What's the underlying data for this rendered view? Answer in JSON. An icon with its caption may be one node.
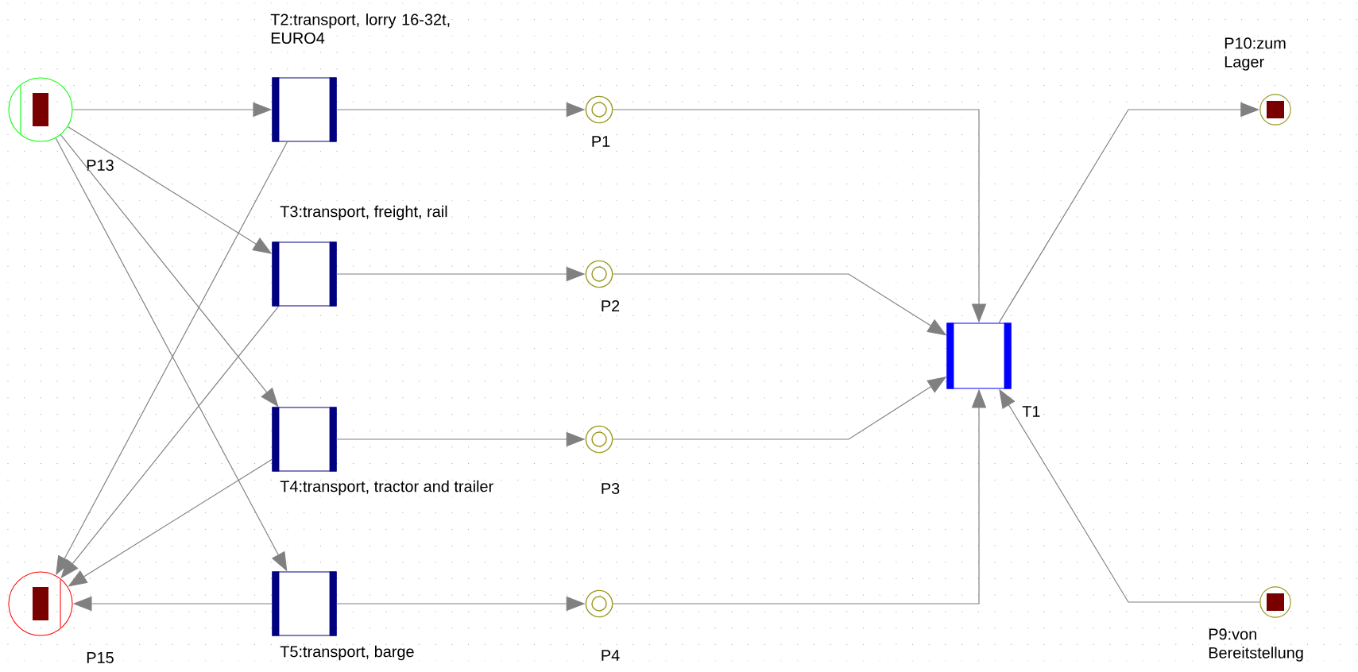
{
  "diagram": {
    "nodes": [
      {
        "text": [
          "P13"
        ]
      },
      {
        "text": [
          "T2:transport, lorry 16-32t, EURO4"
        ]
      },
      {
        "text": [
          "P1"
        ]
      },
      {
        "text": [
          "T3:transport, freight, rail"
        ]
      },
      {
        "text": [
          "P2"
        ]
      },
      {
        "text": [
          "T4:transport, tractor and trailer"
        ]
      },
      {
        "text": [
          "P3"
        ]
      },
      {
        "text": [
          "T5:transport, barge"
        ]
      },
      {
        "text": [
          "P4"
        ]
      },
      {
        "text": [
          "T1"
        ]
      },
      {
        "text": [
          "P10:zum Lager"
        ]
      },
      {
        "text": [
          "P9:von Bereitstellung"
        ]
      },
      {
        "text": [
          "P15"
        ]
      }
    ],
    "edges": [
      {
        "from": 0,
        "to": 1,
        "arrow": "to"
      },
      {
        "from": 0,
        "to": 3,
        "arrow": "to"
      },
      {
        "from": 0,
        "to": 5,
        "arrow": "to"
      },
      {
        "from": 0,
        "to": 7,
        "arrow": "to"
      },
      {
        "from": 1,
        "to": 12,
        "arrow": "to"
      },
      {
        "from": 3,
        "to": 12,
        "arrow": "to"
      },
      {
        "from": 5,
        "to": 12,
        "arrow": "to"
      },
      {
        "from": 7,
        "to": 12,
        "arrow": "to"
      },
      {
        "from": 1,
        "to": 2,
        "arrow": "to"
      },
      {
        "from": 3,
        "to": 4,
        "arrow": "to"
      },
      {
        "from": 5,
        "to": 6,
        "arrow": "to"
      },
      {
        "from": 7,
        "to": 8,
        "arrow": "to"
      },
      {
        "from": 2,
        "to": 9,
        "arrow": "to"
      },
      {
        "from": 4,
        "to": 9,
        "arrow": "to"
      },
      {
        "from": 6,
        "to": 9,
        "arrow": "to"
      },
      {
        "from": 8,
        "to": 9,
        "arrow": "to"
      },
      {
        "from": 9,
        "to": 10,
        "arrow": "to"
      },
      {
        "from": 11,
        "to": 9,
        "arrow": "to"
      }
    ]
  }
}
